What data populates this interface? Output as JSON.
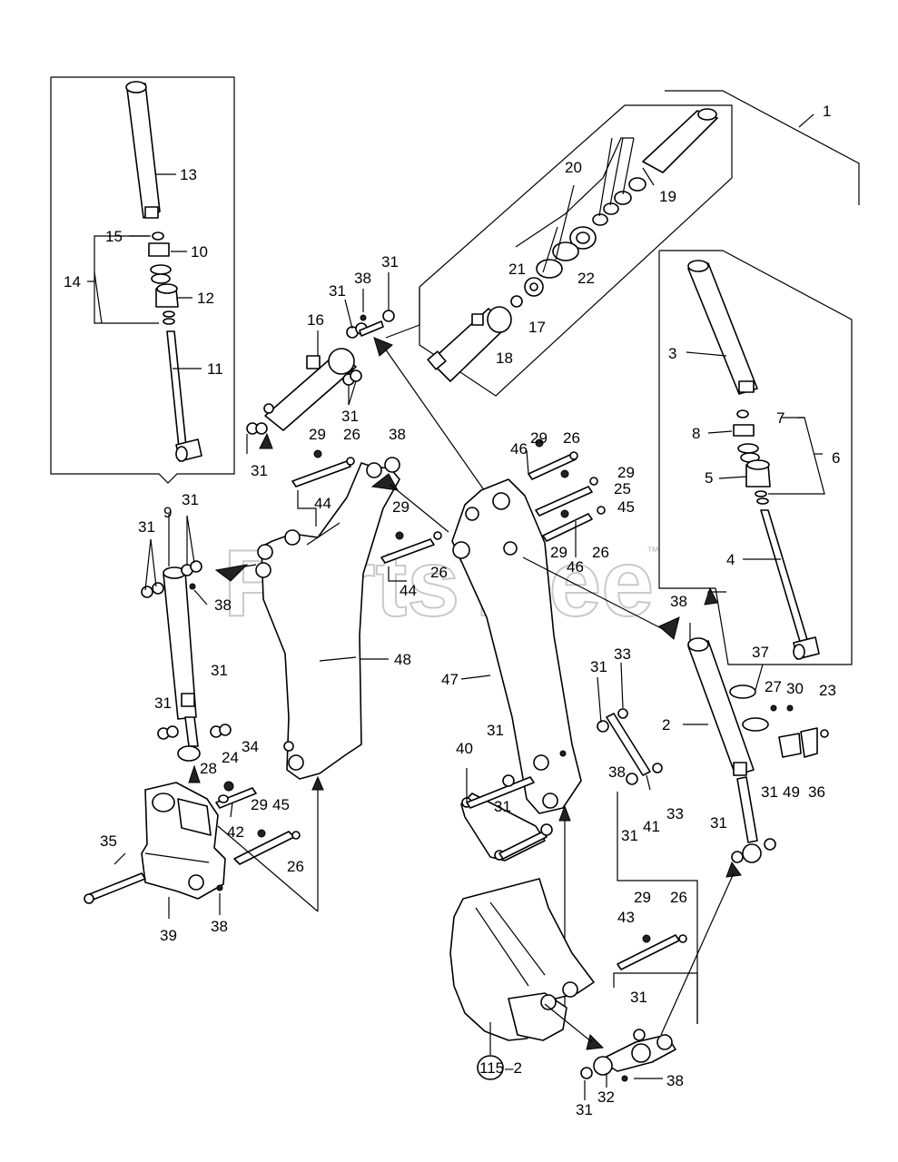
{
  "watermark": {
    "text": "PartsTree",
    "trademark": "™"
  },
  "parts": {
    "n1": "1",
    "n2": "2",
    "n3": "3",
    "n4": "4",
    "n5": "5",
    "n6": "6",
    "n7": "7",
    "n8": "8",
    "n9": "9",
    "n10": "10",
    "n11": "11",
    "n12": "12",
    "n13": "13",
    "n14": "14",
    "n15": "15",
    "n16": "16",
    "n17": "17",
    "n18": "18",
    "n19": "19",
    "n20": "20",
    "n21": "21",
    "n22": "22",
    "n23": "23",
    "n24": "24",
    "n25": "25",
    "n26": "26",
    "n27": "27",
    "n28": "28",
    "n29": "29",
    "n30": "30",
    "n31": "31",
    "n32": "32",
    "n33": "33",
    "n34": "34",
    "n35": "35",
    "n36": "36",
    "n37": "37",
    "n38": "38",
    "n39": "39",
    "n40": "40",
    "n41": "41",
    "n42": "42",
    "n43": "43",
    "n44": "44",
    "n45": "45",
    "n46": "46",
    "n47": "47",
    "n48": "48",
    "n49": "49",
    "ref_circle": "115",
    "ref_suffix": "–2"
  }
}
